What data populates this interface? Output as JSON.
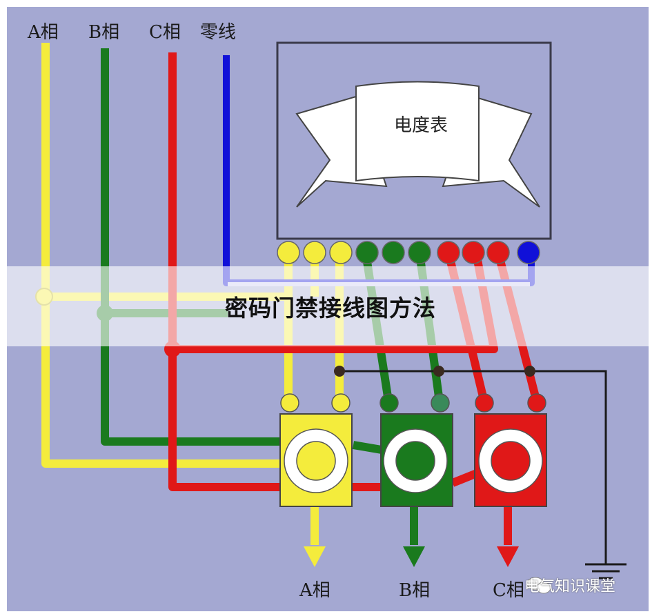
{
  "top_labels": {
    "a_phase": "A相",
    "b_phase": "B相",
    "c_phase": "C相",
    "neutral": "零线"
  },
  "meter": {
    "label": "电度表"
  },
  "bottom_labels": {
    "a_phase": "A相",
    "b_phase": "B相",
    "c_phase": "C相"
  },
  "banner": {
    "title": "密码门禁接线图方法"
  },
  "watermark": {
    "text": "电气知识课堂"
  },
  "colors": {
    "background": "#a4a8d2",
    "phase_a": "#f4ec3c",
    "phase_b": "#1a7a1e",
    "phase_c": "#e01818",
    "neutral": "#1010d8",
    "meter_box": "#3a3a4a"
  }
}
